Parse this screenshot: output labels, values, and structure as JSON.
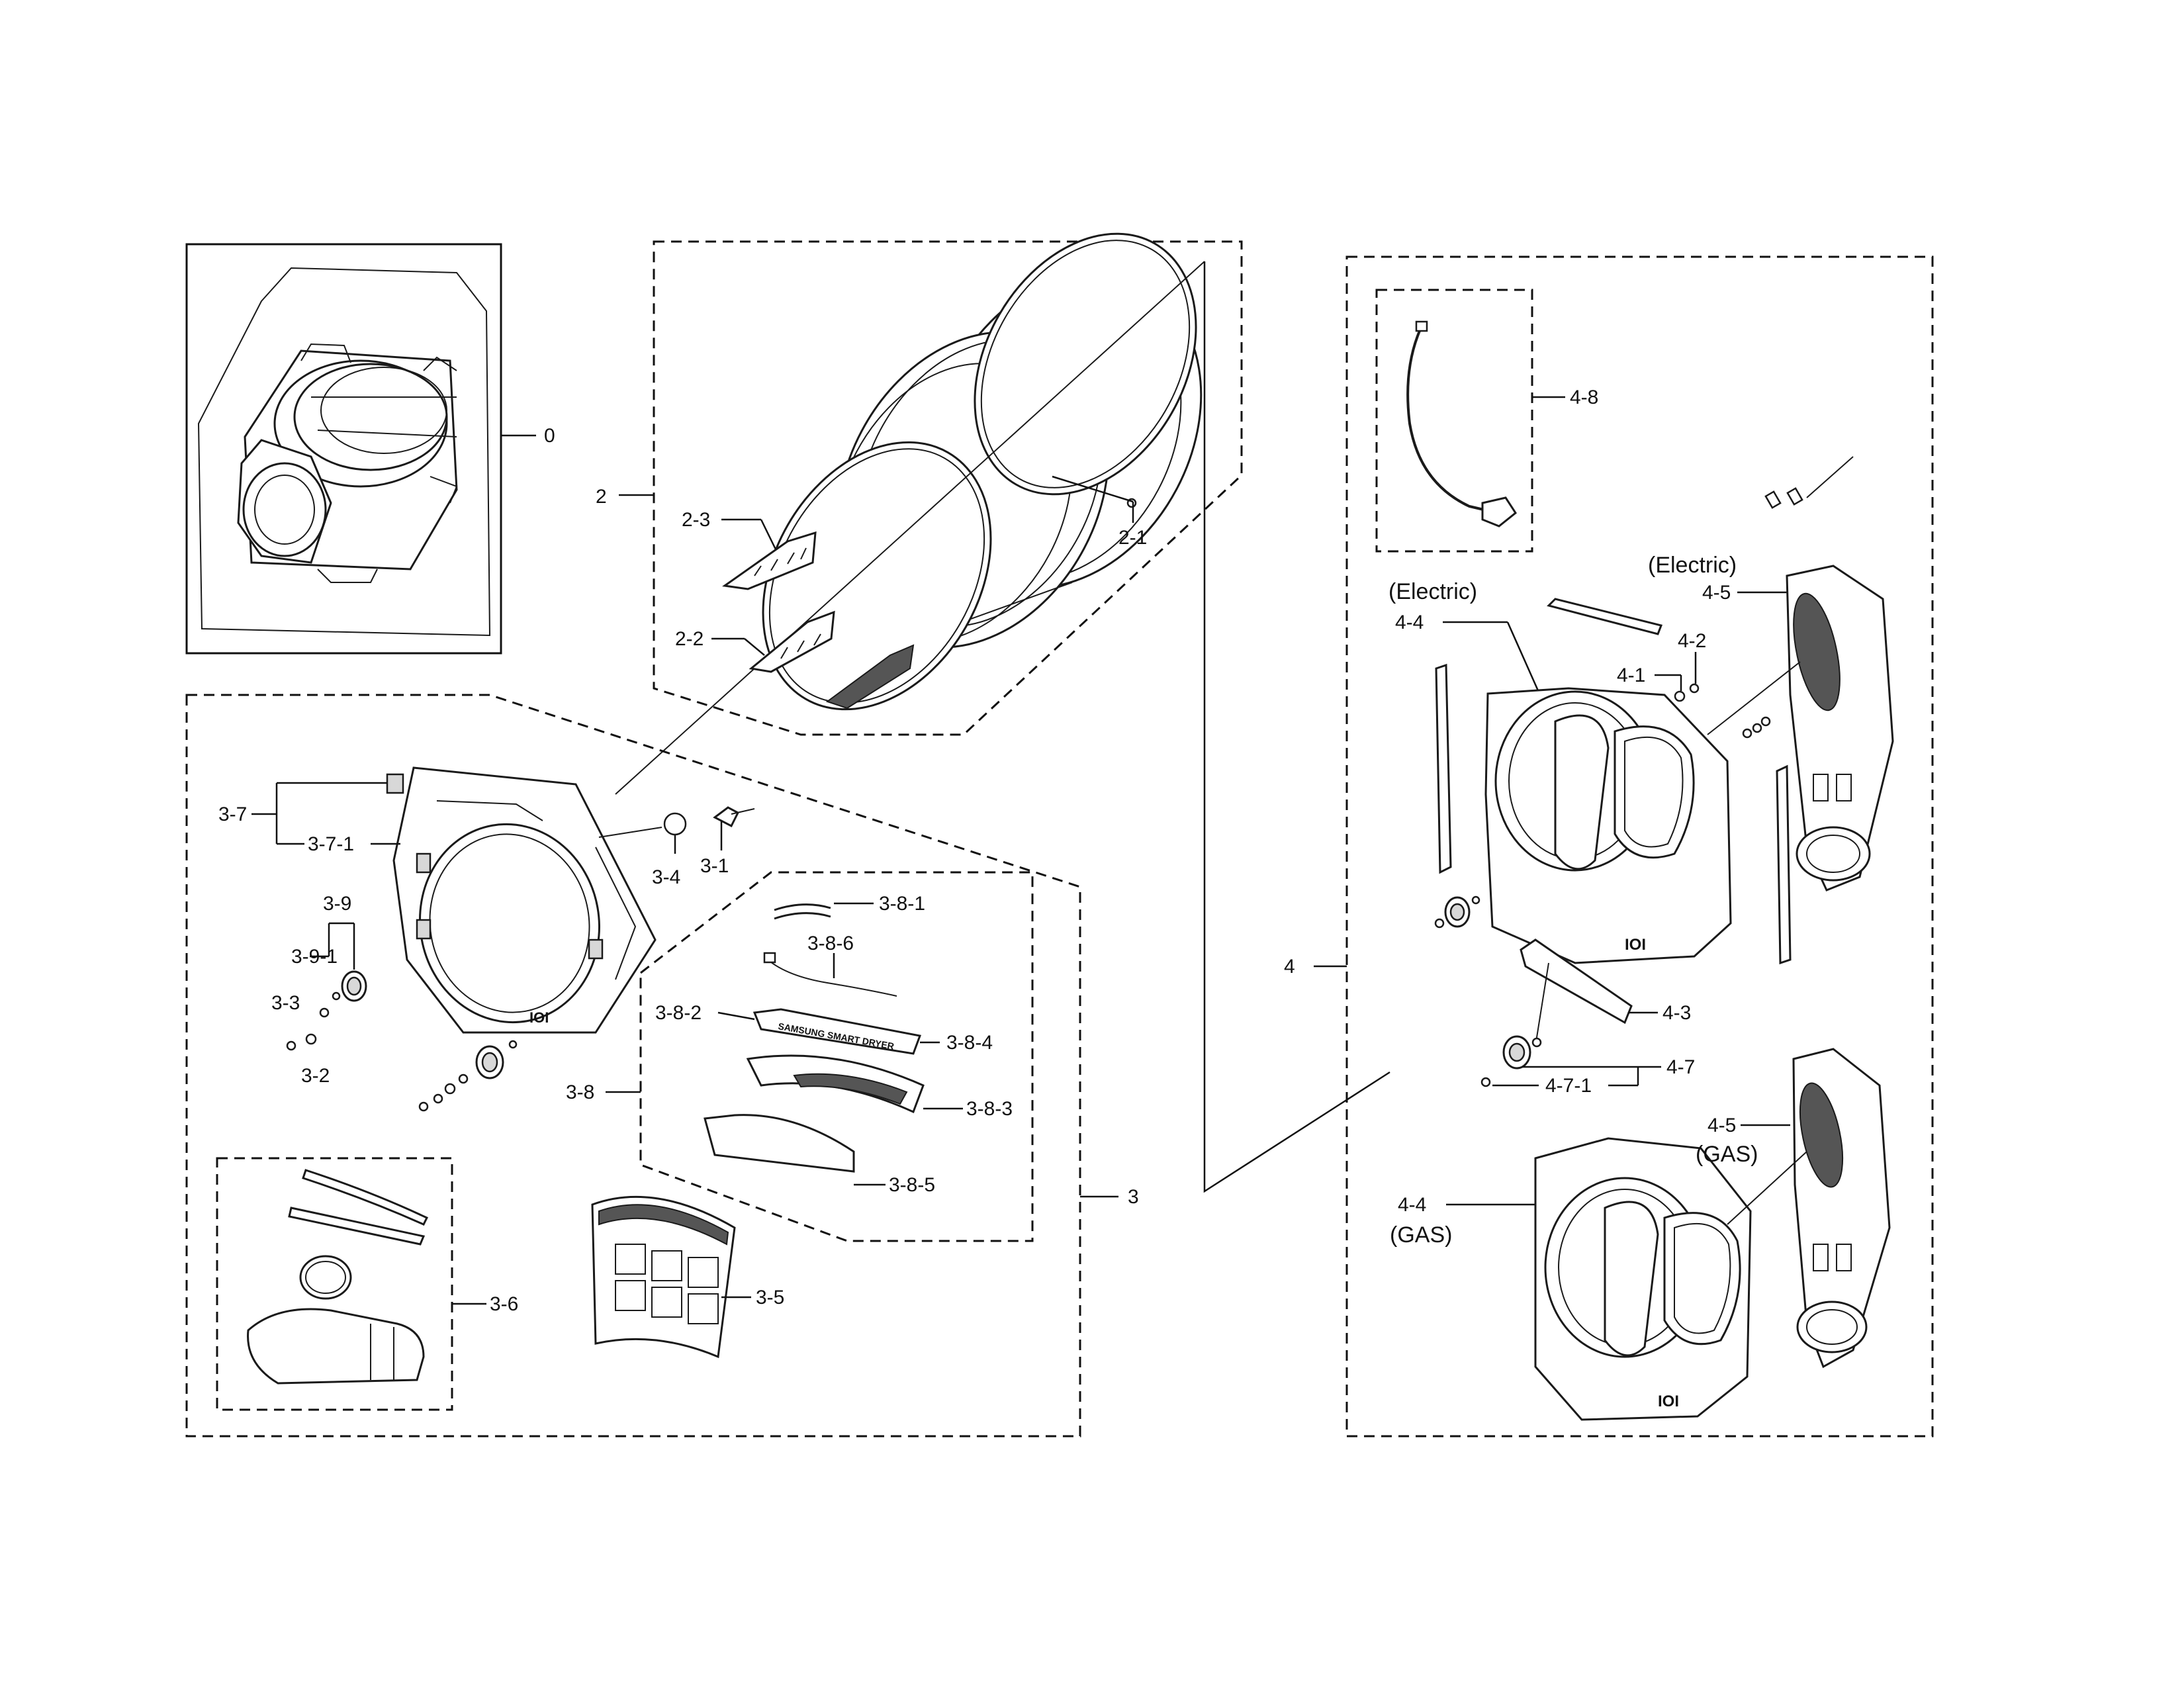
{
  "labels": {
    "l0": "0",
    "l2": "2",
    "l2_1": "2-1",
    "l2_2": "2-2",
    "l2_3": "2-3",
    "l3": "3",
    "l3_1": "3-1",
    "l3_2": "3-2",
    "l3_3": "3-3",
    "l3_4": "3-4",
    "l3_5": "3-5",
    "l3_6": "3-6",
    "l3_7": "3-7",
    "l3_7_1": "3-7-1",
    "l3_8": "3-8",
    "l3_8_1": "3-8-1",
    "l3_8_2": "3-8-2",
    "l3_8_3": "3-8-3",
    "l3_8_4": "3-8-4",
    "l3_8_5": "3-8-5",
    "l3_8_6": "3-8-6",
    "l3_9": "3-9",
    "l3_9_1": "3-9-1",
    "l4": "4",
    "l4_1": "4-1",
    "l4_2": "4-2",
    "l4_3": "4-3",
    "l4_4_e": "4-4",
    "l4_4_g": "4-4",
    "l4_5_e": "4-5",
    "l4_5_g": "4-5",
    "l4_7": "4-7",
    "l4_7_1": "4-7-1",
    "l4_8": "4-8"
  },
  "variants": {
    "electric_left": "(Electric)",
    "electric_right": "(Electric)",
    "gas_duct": "(GAS)",
    "gas_frame": "(GAS)"
  },
  "label_text": {
    "filter_handle": "SAMSUNG SMART DRYER"
  }
}
